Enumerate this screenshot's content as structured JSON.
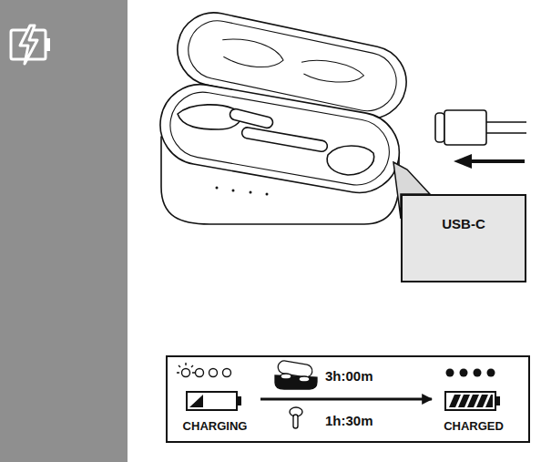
{
  "diagram": {
    "nodes": [
      {
        "text": [
          "USB-C"
        ]
      },
      {
        "text": [
          "CHARGING"
        ]
      },
      {
        "text": [
          "CHARGED"
        ]
      }
    ],
    "edges": [
      {
        "from": 1,
        "to": 2,
        "arrow": "to"
      }
    ],
    "labels": [
      "3h:00m",
      "1h:30m"
    ]
  }
}
